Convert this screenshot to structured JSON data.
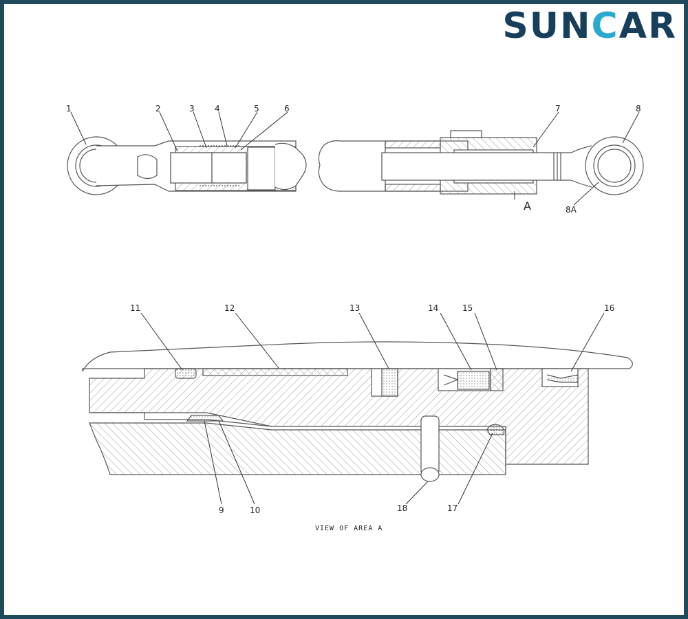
{
  "brand": {
    "part1": "SUN",
    "part2": "C",
    "part3": "AR",
    "colors": {
      "dark": "#173e5a",
      "accent": "#2aa9cf",
      "frame": "#1e4a5c"
    }
  },
  "diagram": {
    "top_callouts": [
      "1",
      "2",
      "3",
      "4",
      "5",
      "6",
      "7",
      "8",
      "8A"
    ],
    "area_marker": "A",
    "bottom_callouts": [
      "11",
      "12",
      "13",
      "14",
      "15",
      "16",
      "9",
      "10",
      "18",
      "17"
    ],
    "view_label": "VIEW OF AREA A"
  }
}
